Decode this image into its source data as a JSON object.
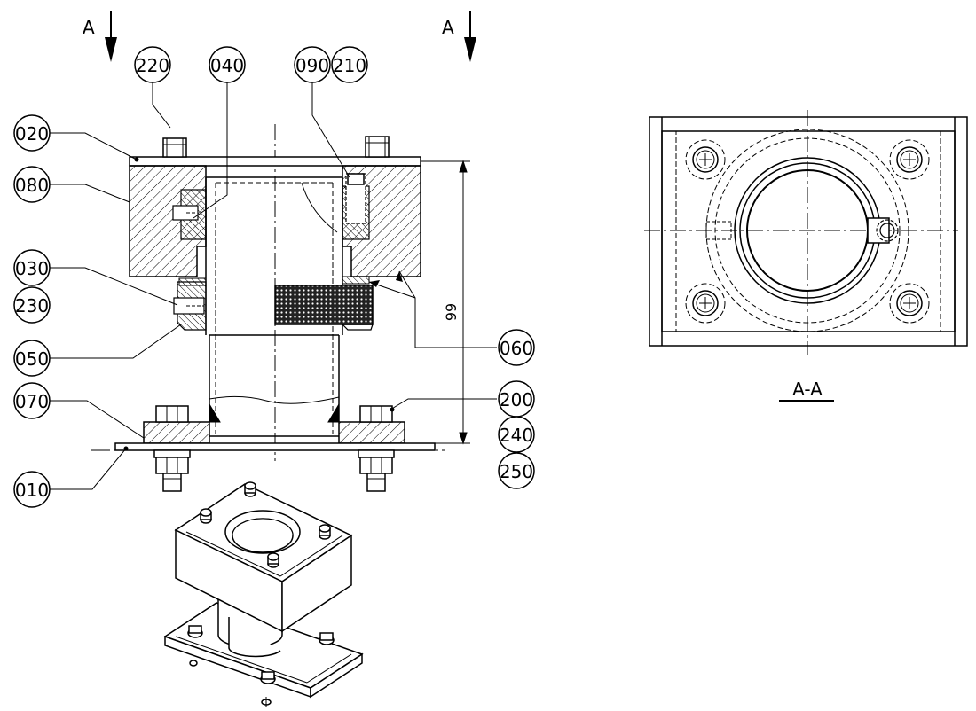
{
  "section_mark": "A",
  "section_title": "A-A",
  "dimension_height": "99",
  "balloons": {
    "b220": "220",
    "b040": "040",
    "b090": "090",
    "b210": "210",
    "b020": "020",
    "b080": "080",
    "b030": "030",
    "b230": "230",
    "b050": "050",
    "b070": "070",
    "b010": "010",
    "b060": "060",
    "b200": "200",
    "b240": "240",
    "b250": "250"
  }
}
